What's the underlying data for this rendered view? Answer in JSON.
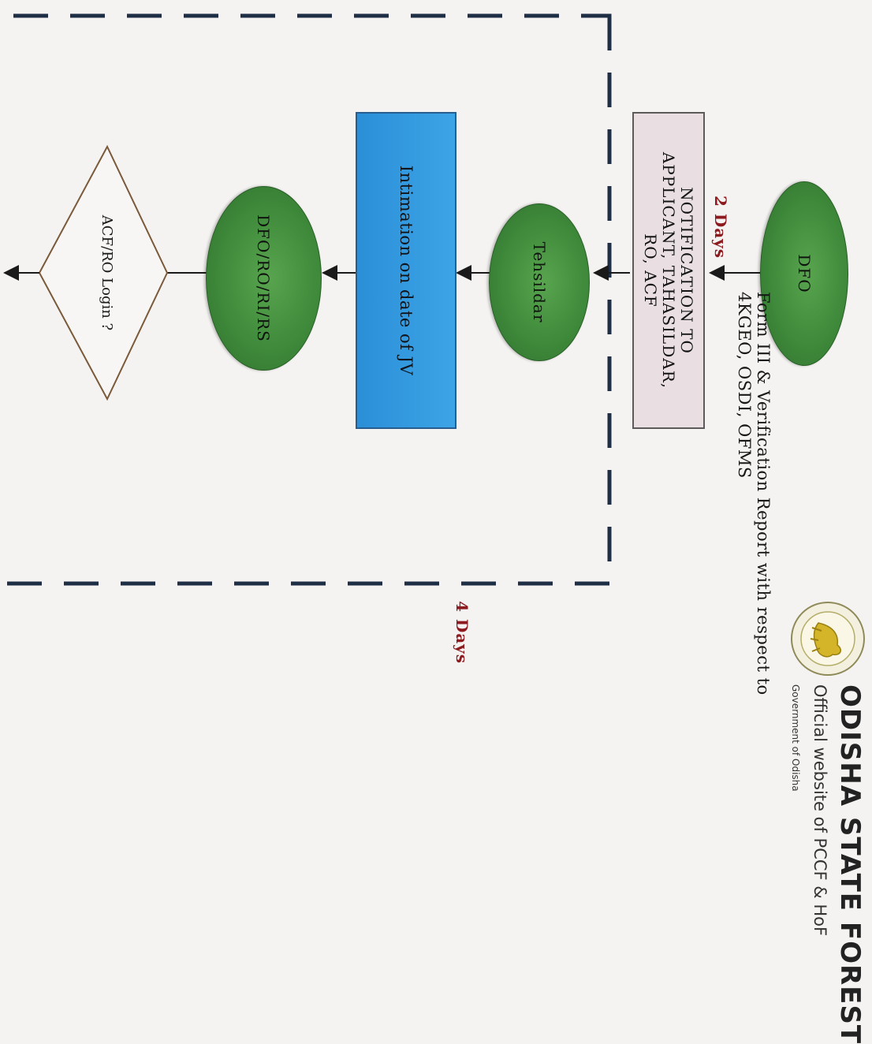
{
  "header": {
    "title": "ODISHA STATE FOREST",
    "subtitle": "Official website of PCCF & HoF",
    "government": "Government of Odisha"
  },
  "flow": {
    "dfo": "DFO",
    "form_report": "Form III & Verification Report with respect to 4KGEO, OSDI, OFMS",
    "days_1": "2 Days",
    "notification": "NOTIFICATION TO APPLICANT, TAHASILDAR, RO, ACF",
    "tehsildar": "Tehsildar",
    "intimation": "Intimation on date of JV",
    "dfo_ro": "DFO/RO/RI/RS",
    "decision": "ACF/RO Login ?",
    "days_2": "4 Days"
  },
  "colors": {
    "ellipse_green": "#3f8a3b",
    "intimation_blue": "#2b8fd8",
    "notification_pink": "#e9dfe3",
    "days_red": "#8c1a1f",
    "dashed_border": "#1e2e45"
  }
}
